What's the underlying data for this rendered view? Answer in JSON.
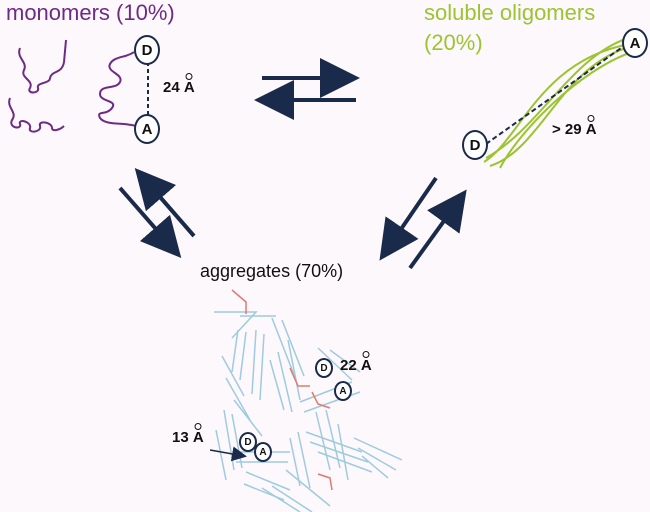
{
  "states": {
    "monomers": {
      "label": "monomers (10%)",
      "distance_num": "24",
      "distance_unit": "A"
    },
    "oligomers": {
      "label_line1": "soluble oligomers",
      "label_line2": "(20%)",
      "distance_num": "> 29",
      "distance_unit": "A"
    },
    "aggregates": {
      "label": "aggregates (70%)",
      "distance_far_num": "22",
      "distance_close_num": "13",
      "distance_unit": "A"
    }
  },
  "probes": {
    "donor": "D",
    "acceptor": "A"
  },
  "colors": {
    "monomer": "#6e2b85",
    "oligomer": "#9cc431",
    "fibril": "#9ecbe0",
    "fibril_end": "#e07a6e",
    "arrow": "#1a2a4a"
  }
}
